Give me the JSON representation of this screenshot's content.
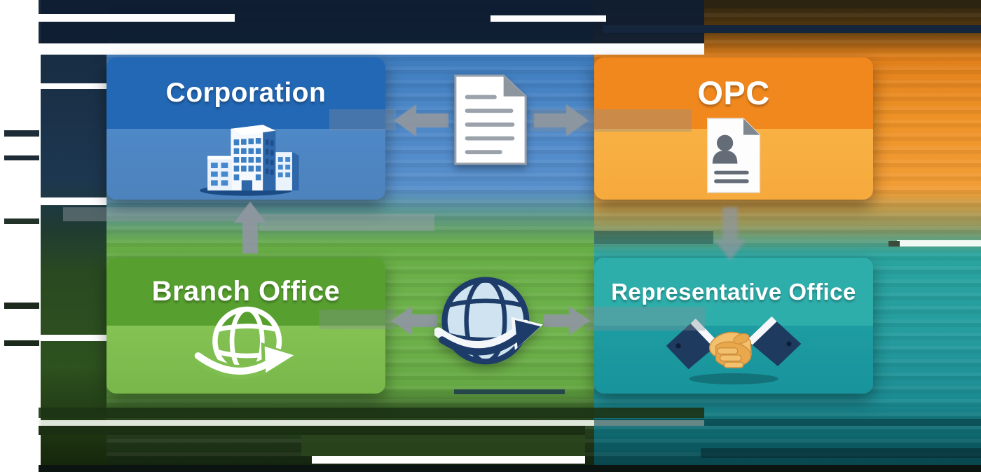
{
  "diagram": {
    "type": "quadrant-comparison-diagram",
    "nodes": [
      {
        "id": "corporation",
        "label": "Corporation",
        "icon": "office-buildings-icon",
        "header_color": "#2368b4",
        "body_color": "#4f88c7"
      },
      {
        "id": "opc",
        "label": "OPC",
        "icon": "resume-document-icon",
        "header_color": "#f1881e",
        "body_color": "#f9b143"
      },
      {
        "id": "branch-office",
        "label": "Branch Office",
        "icon": "globe-swoosh-icon",
        "header_color": "#57a02f",
        "body_color": "#85c254"
      },
      {
        "id": "representative-office",
        "label": "Representative Office",
        "icon": "handshake-icon",
        "header_color": "#2eaeab",
        "body_color": "#1d9ca1"
      }
    ],
    "center_icons": [
      {
        "id": "document-icon",
        "description": "white paper document with text lines and folded corner",
        "between": [
          "corporation",
          "opc"
        ]
      },
      {
        "id": "globe-arrow-icon",
        "description": "blue globe with swoosh arrow",
        "between": [
          "branch-office",
          "representative-office"
        ]
      }
    ],
    "connectors": [
      {
        "from": "document-icon",
        "to": "corporation",
        "direction": "left",
        "color": "#8f97a0"
      },
      {
        "from": "document-icon",
        "to": "opc",
        "direction": "right",
        "color": "#8f97a0"
      },
      {
        "from": "globe-arrow-icon",
        "to": "branch-office",
        "direction": "left",
        "color": "#8f97a0"
      },
      {
        "from": "globe-arrow-icon",
        "to": "representative-office",
        "direction": "right",
        "color": "#8f97a0"
      },
      {
        "from": "branch-office",
        "to": "corporation",
        "direction": "up",
        "color": "#9aa1a9"
      },
      {
        "from": "opc",
        "to": "representative-office",
        "direction": "down",
        "color": "#9aa1a9"
      }
    ]
  }
}
